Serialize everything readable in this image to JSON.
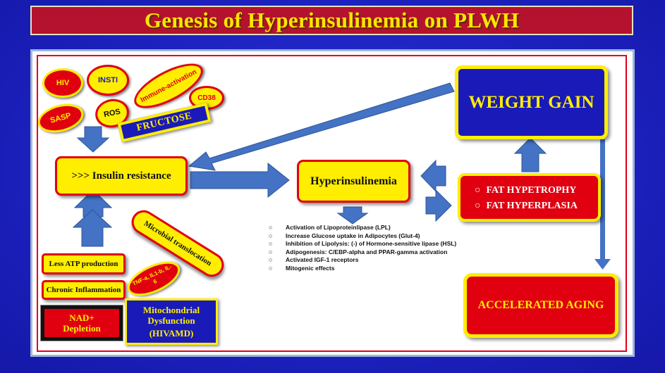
{
  "title": "Genesis of Hyperinsulinemia on PLWH",
  "factors": {
    "hiv": "HIV",
    "insti": "INSTI",
    "immune_activation": "Immune-activation",
    "cd38": "CD38",
    "sasp": "SASP",
    "ros": "ROS",
    "fructose": "FRUCTOSE"
  },
  "nodes": {
    "insulin_resistance": ">>> Insulin resistance",
    "hyperinsulinemia": "Hyperinsulinemia",
    "weight_gain": "WEIGHT GAIN",
    "fat_hypertrophy": "FAT HYPETROPHY",
    "fat_hyperplasia": "FAT HYPERPLASIA",
    "accelerated_aging": "ACCELERATED AGING",
    "less_atp": "Less ATP production",
    "chronic_inflammation": "Chronic Inflammation",
    "cytokines": "TNF-a, IL1-b, IL-6",
    "microbial_translocation": "Microbial translocation",
    "nad_line1": "NAD+",
    "nad_line2": "Depletion",
    "mito_line1": "Mitochondrial",
    "mito_line2": "Dysfunction",
    "mito_line3": "(HIVAMD)"
  },
  "bullet_symbol": "○",
  "effects": [
    "Activation of Lipoproteinlipase (LPL)",
    "Increase Glucose uptake in Adipocytes (Glut-4)",
    "Inhibition of Lipolysis: (-) of Hormone-sensitive lipase (HSL)",
    "Adipogenesis: C/EBP-alpha and PPAR-gamma activation",
    "Activated IGF-1 receptors",
    "Mitogenic effects"
  ],
  "colors": {
    "background": "#1d22c0",
    "title_bar": "#b5122f",
    "title_text": "#ffe600",
    "red": "#e00010",
    "yellow": "#ffee00",
    "navy": "#1a1ab8",
    "arrow": "#4472c4"
  }
}
